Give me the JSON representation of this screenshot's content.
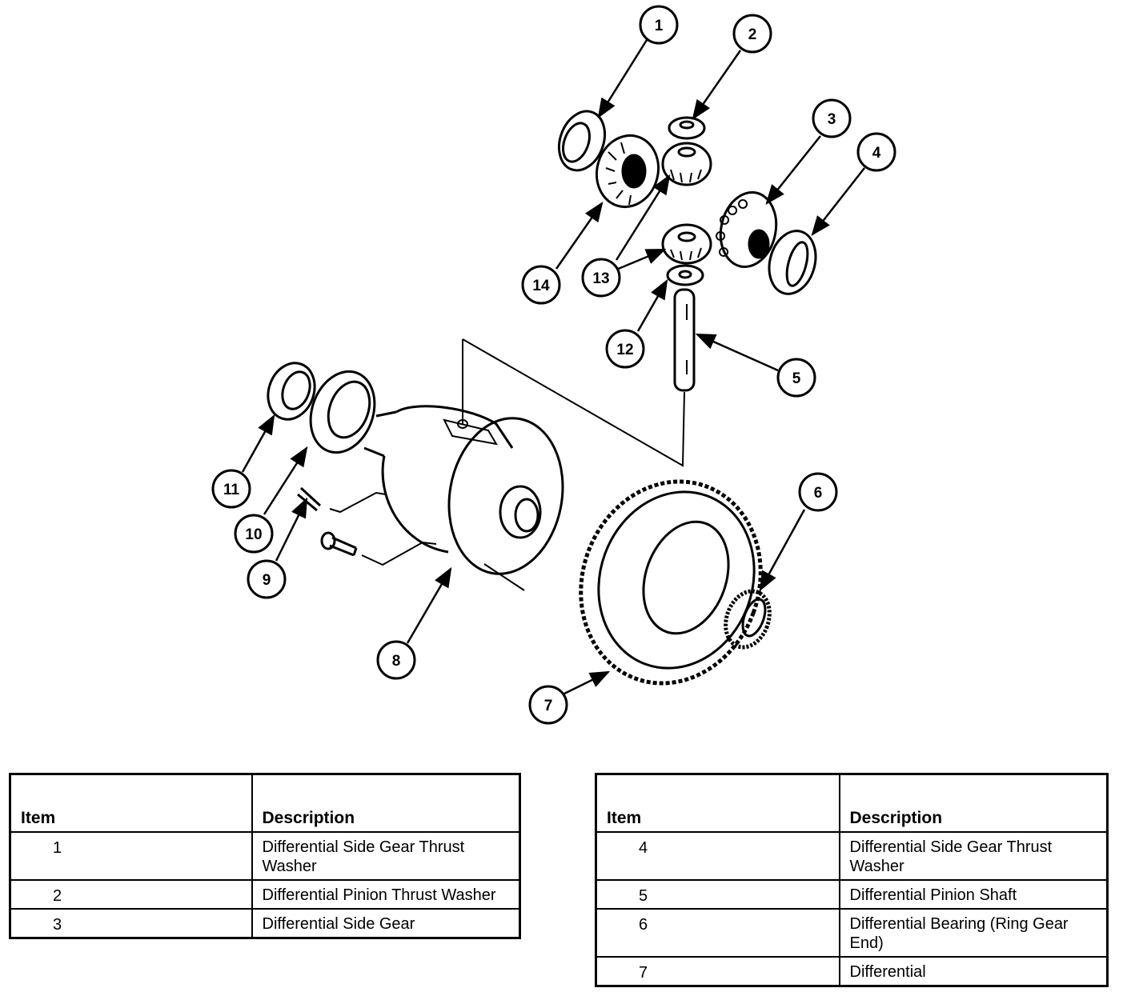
{
  "diagram": {
    "title": "Differential exploded view",
    "callouts": [
      "1",
      "2",
      "3",
      "4",
      "5",
      "6",
      "7",
      "8",
      "9",
      "10",
      "11",
      "12",
      "13",
      "14"
    ]
  },
  "tables": [
    {
      "headers": {
        "item": "Item",
        "description": "Description"
      },
      "rows": [
        {
          "item": "1",
          "description": "Differential Side Gear Thrust Washer"
        },
        {
          "item": "2",
          "description": "Differential Pinion Thrust Washer"
        },
        {
          "item": "3",
          "description": "Differential Side Gear"
        }
      ]
    },
    {
      "headers": {
        "item": "Item",
        "description": "Description"
      },
      "rows": [
        {
          "item": "4",
          "description": "Differential Side Gear Thrust Washer"
        },
        {
          "item": "5",
          "description": "Differential Pinion Shaft"
        },
        {
          "item": "6",
          "description": "Differential Bearing (Ring Gear End)"
        },
        {
          "item": "7",
          "description": "Differential"
        }
      ]
    }
  ]
}
